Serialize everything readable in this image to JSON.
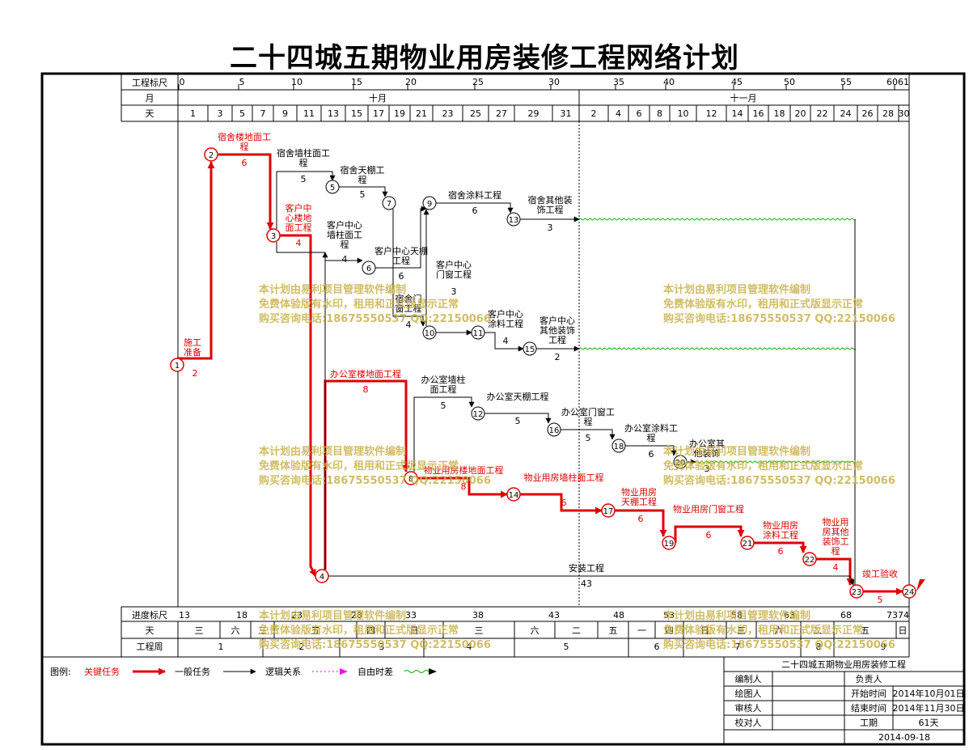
{
  "title": "二十四城五期物业用房装修工程网络计划",
  "header": {
    "ruler_label": "工程标尺",
    "month_label": "月",
    "day_label": "天",
    "ruler_ticks": [
      "0",
      "5",
      "10",
      "15",
      "20",
      "25",
      "30",
      "35",
      "40",
      "45",
      "50",
      "55",
      "6061"
    ],
    "months": [
      "十月",
      "十一月"
    ],
    "days": [
      "1",
      "3",
      "5",
      "7",
      "9",
      "11",
      "13",
      "15",
      "17",
      "19",
      "21",
      "23",
      "25",
      "27",
      "29",
      "31",
      "2",
      "4",
      "6",
      "8",
      "10",
      "12",
      "14",
      "16",
      "18",
      "20",
      "22",
      "24",
      "26",
      "28",
      "30"
    ]
  },
  "footer": {
    "progress_label": "进度标尺",
    "weekday_label": "天",
    "week_label": "工程周",
    "progress_ticks": [
      "13",
      "18",
      "23",
      "28",
      "33",
      "38",
      "43",
      "48",
      "53",
      "58",
      "63",
      "68",
      "7374"
    ],
    "weekdays": [
      "三",
      "六",
      "三",
      "五",
      "四",
      "日",
      "三",
      "六",
      "二",
      "五",
      "一",
      "四",
      "日",
      "三",
      "六",
      "二",
      "五",
      "日"
    ],
    "weeks": [
      "1",
      "2",
      "3",
      "4",
      "5",
      "6",
      "7",
      "8",
      "9"
    ]
  },
  "nodes": [
    "1",
    "2",
    "3",
    "4",
    "5",
    "6",
    "7",
    "8",
    "9",
    "10",
    "11",
    "12",
    "13",
    "14",
    "15",
    "16",
    "17",
    "18",
    "19",
    "20",
    "21",
    "22",
    "23",
    "24"
  ],
  "tasks": {
    "t1_2": {
      "name": "施工准备",
      "dur": "2"
    },
    "t2_3": {
      "name": "宿舍楼地面工程",
      "dur": "6"
    },
    "t3_5": {
      "name": "宿舍墙柱面工程",
      "dur": "5"
    },
    "t5_7": {
      "name": "宿舍天棚工程",
      "dur": "5"
    },
    "t3_4": {
      "name": "客户中心楼地面工程",
      "dur": "4"
    },
    "t4_6": {
      "name": "客户中心墙柱面工程",
      "dur": "4"
    },
    "t6_9": {
      "name": "客户中心天棚工程",
      "dur": "6"
    },
    "t7_10": {
      "name": "宿舍门窗工程",
      "dur": "4"
    },
    "t9_13": {
      "name": "宿舍涂料工程",
      "dur": "6"
    },
    "t13_23": {
      "name": "宿舍其他装饰工程",
      "dur": "3"
    },
    "t10_11": {
      "name": "客户中心门窗工程",
      "dur": "3"
    },
    "t11_15": {
      "name": "客户中心涂料工程",
      "dur": "4"
    },
    "t15_23": {
      "name": "客户中心其他装饰工程",
      "dur": "2"
    },
    "t4_8": {
      "name": "办公室楼地面工程",
      "dur": "8"
    },
    "t8_12": {
      "name": "办公室墙柱面工程",
      "dur": "5"
    },
    "t12_16": {
      "name": "办公室天棚工程",
      "dur": "5"
    },
    "t16_18": {
      "name": "办公室门窗工程",
      "dur": "5"
    },
    "t18_20": {
      "name": "办公室涂料工程",
      "dur": "6"
    },
    "t20_23": {
      "name": "办公室其他装饰",
      "dur": "3"
    },
    "t8_14": {
      "name": "物业用房楼地面工程",
      "dur": "8"
    },
    "t14_17": {
      "name": "物业用房墙柱面工程",
      "dur": "6"
    },
    "t17_19": {
      "name": "物业用房天棚工程",
      "dur": "6"
    },
    "t19_21": {
      "name": "物业用房门窗工程",
      "dur": "6"
    },
    "t21_22": {
      "name": "物业用房涂料工程",
      "dur": "6"
    },
    "t22_23": {
      "name": "物业用房其他装饰工程",
      "dur": "4"
    },
    "t4_23": {
      "name": "安装工程",
      "dur": "43"
    },
    "t23_24": {
      "name": "竣工验收",
      "dur": "5"
    }
  },
  "watermark": {
    "line1": "本计划由易利项目管理软件编制",
    "line2": "免费体验版有水印，租用和正式版显示正常",
    "line3": "购买咨询电话:18675550537 QQ:22150066"
  },
  "legend": {
    "label": "图例:",
    "critical": "关键任务",
    "normal": "一般任务",
    "logic": "逻辑关系",
    "float": "自由时差"
  },
  "info": {
    "project_name": "二十四城五期物业用房装修工程",
    "editor_label": "编制人",
    "drawer_label": "绘图人",
    "reviewer_label": "审核人",
    "checker_label": "校对人",
    "manager_label": "负责人",
    "start_label": "开始时间",
    "start_value": "2014年10月01日",
    "end_label": "结束时间",
    "end_value": "2014年11月30日",
    "duration_label": "工期",
    "duration_value": "61天",
    "date": "2014-09-18"
  },
  "colors": {
    "critical": "#e00000",
    "normal": "#000000",
    "float": "#00b000",
    "logic": "#ff00ff",
    "watermark": "#c9b24a"
  }
}
